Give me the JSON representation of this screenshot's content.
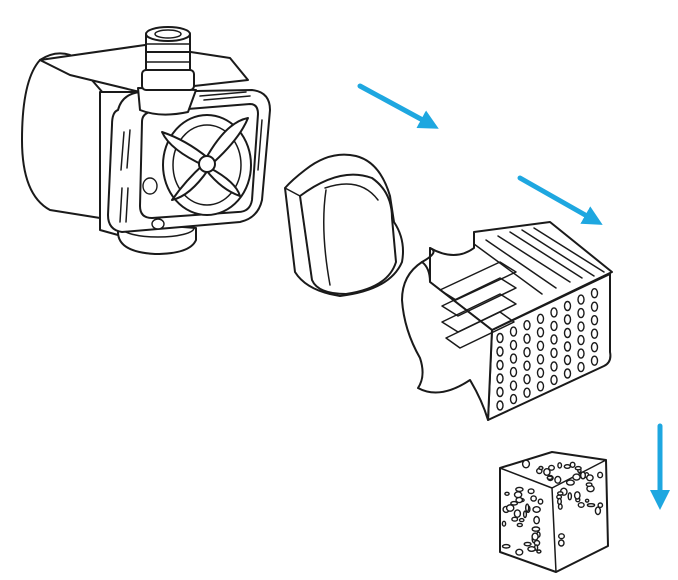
{
  "diagram": {
    "components": [
      {
        "id": "pump-body",
        "label": ""
      },
      {
        "id": "impeller-cover",
        "label": ""
      },
      {
        "id": "intake-cage",
        "label": ""
      },
      {
        "id": "filter-sponge",
        "label": ""
      }
    ],
    "flow_arrows": 3,
    "colors": {
      "arrow": "#1EA7E0",
      "line": "#1a1a1a",
      "fill": "#ffffff"
    }
  }
}
